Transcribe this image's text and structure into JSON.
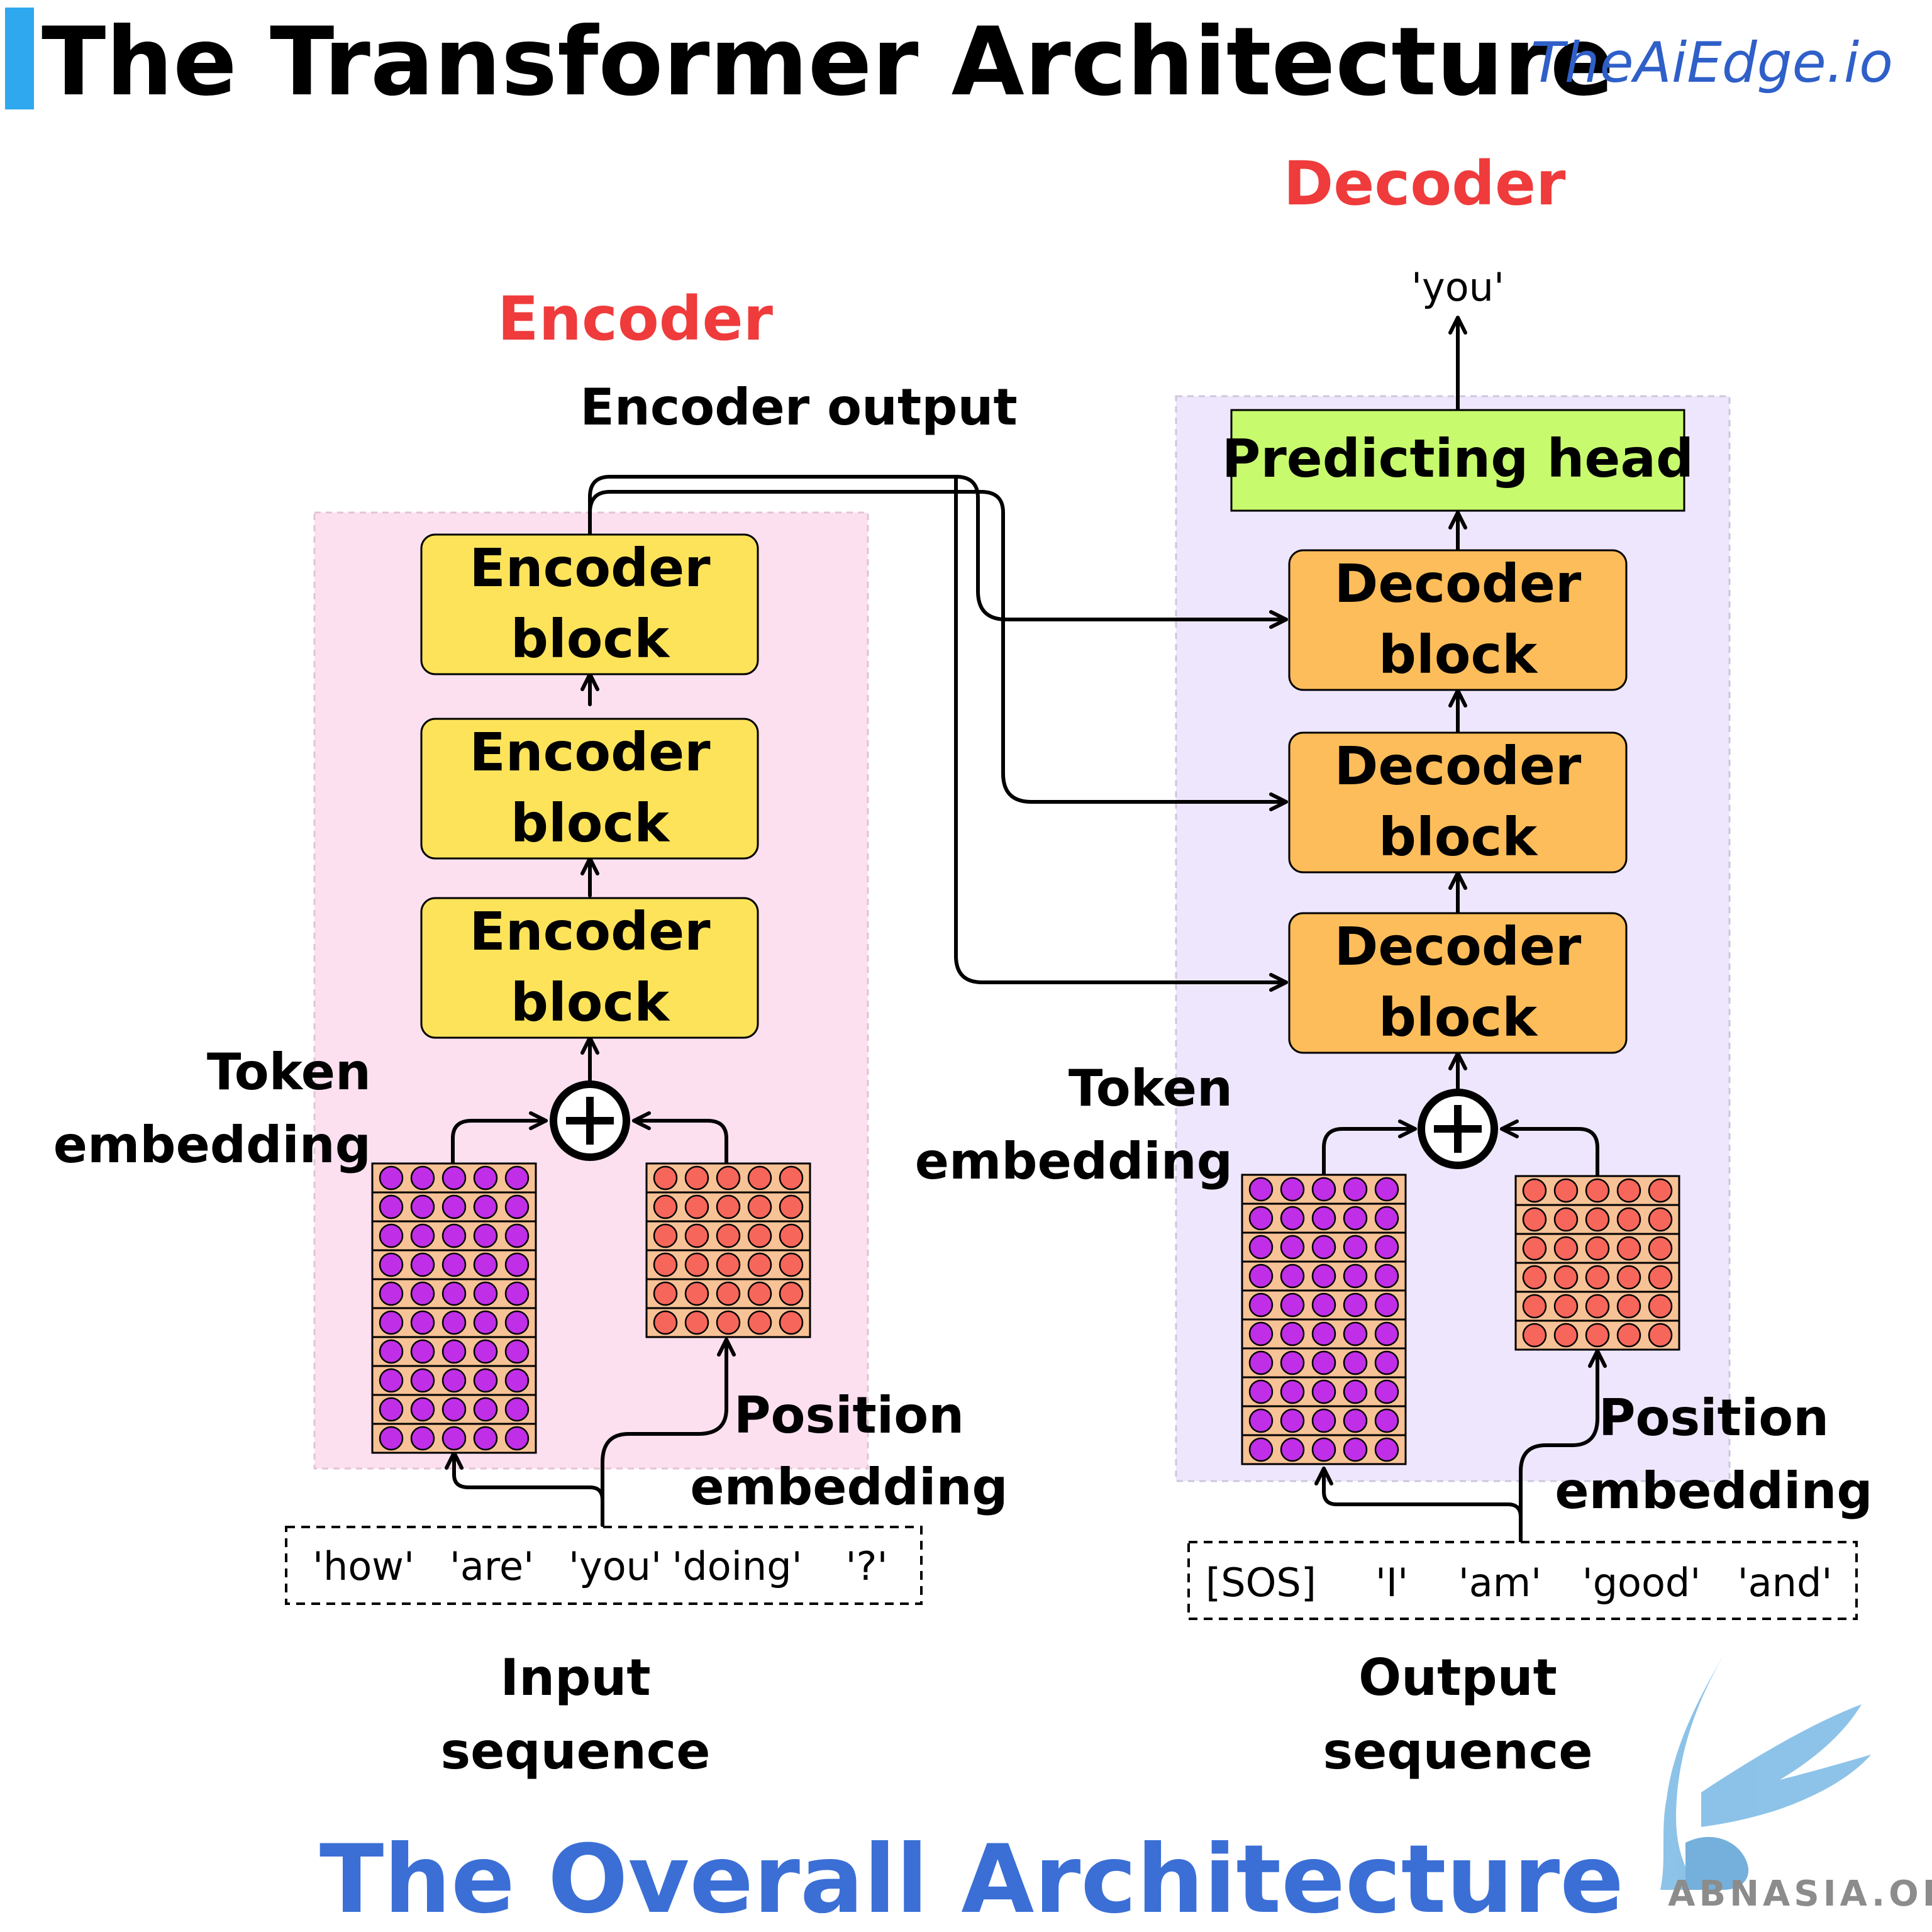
{
  "header": {
    "title": "The Transformer Architecture",
    "brand": "TheAiEdge.io"
  },
  "colors": {
    "accent_bar": "#2fa8f0",
    "section_red": "#ef3b3b",
    "brand_blue": "#2f5fc8",
    "footer_blue": "#3b6fd6",
    "encoder_bg": "#fce0f0",
    "decoder_bg": "#eee6fc",
    "encoder_block": "#fde35a",
    "decoder_block": "#fdbd5a",
    "predict_head": "#c8fa6e",
    "token_circle": "#c02ee8",
    "position_circle": "#f7665a",
    "grid_bg": "#f7c296"
  },
  "encoder": {
    "heading": "Encoder",
    "output_label": "Encoder output",
    "blocks": [
      {
        "line1": "Encoder",
        "line2": "block"
      },
      {
        "line1": "Encoder",
        "line2": "block"
      },
      {
        "line1": "Encoder",
        "line2": "block"
      }
    ],
    "token_embedding": {
      "line1": "Token",
      "line2": "embedding"
    },
    "position_embedding": {
      "line1": "Position",
      "line2": "embedding"
    },
    "tokens": [
      "'how'",
      "'are'",
      "'you'",
      "'doing'",
      "'?'"
    ],
    "sequence_label": {
      "line1": "Input",
      "line2": "sequence"
    }
  },
  "decoder": {
    "heading": "Decoder",
    "output_token": "'you'",
    "predicting_head": "Predicting head",
    "blocks": [
      {
        "line1": "Decoder",
        "line2": "block"
      },
      {
        "line1": "Decoder",
        "line2": "block"
      },
      {
        "line1": "Decoder",
        "line2": "block"
      }
    ],
    "token_embedding": {
      "line1": "Token",
      "line2": "embedding"
    },
    "position_embedding": {
      "line1": "Position",
      "line2": "embedding"
    },
    "tokens": [
      "[SOS]",
      "'I'",
      "'am'",
      "'good'",
      "'and'"
    ],
    "sequence_label": {
      "line1": "Output",
      "line2": "sequence"
    }
  },
  "footer": {
    "caption": "The Overall Architecture",
    "watermark": "ABNASIA.ORG"
  }
}
